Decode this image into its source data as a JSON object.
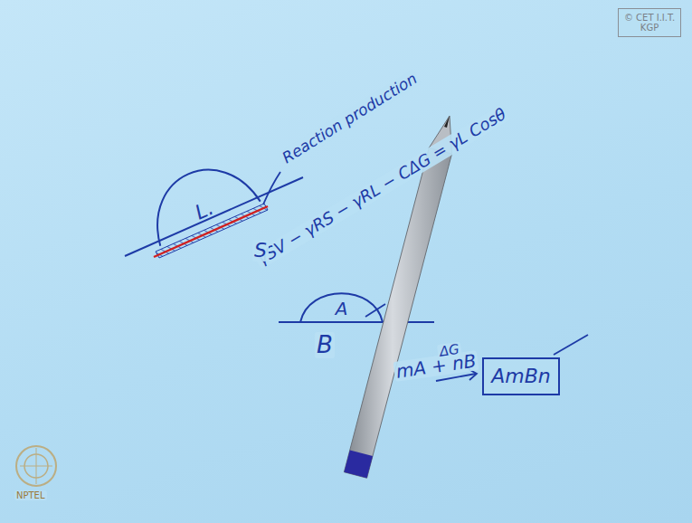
{
  "diagram": {
    "nodes": [
      {
        "text": [
          "© CET I.I.T. KGP"
        ]
      },
      {
        "text": [
          "L."
        ]
      },
      {
        "text": [
          "A"
        ]
      },
      {
        "text": [
          "AmBn"
        ]
      }
    ],
    "labels": [
      "Reaction production",
      "γSV − γRS − γRL − CΔG = γL Cosθ",
      "S",
      "B",
      "mA + nB",
      "ΔG",
      "NPTEL"
    ]
  }
}
